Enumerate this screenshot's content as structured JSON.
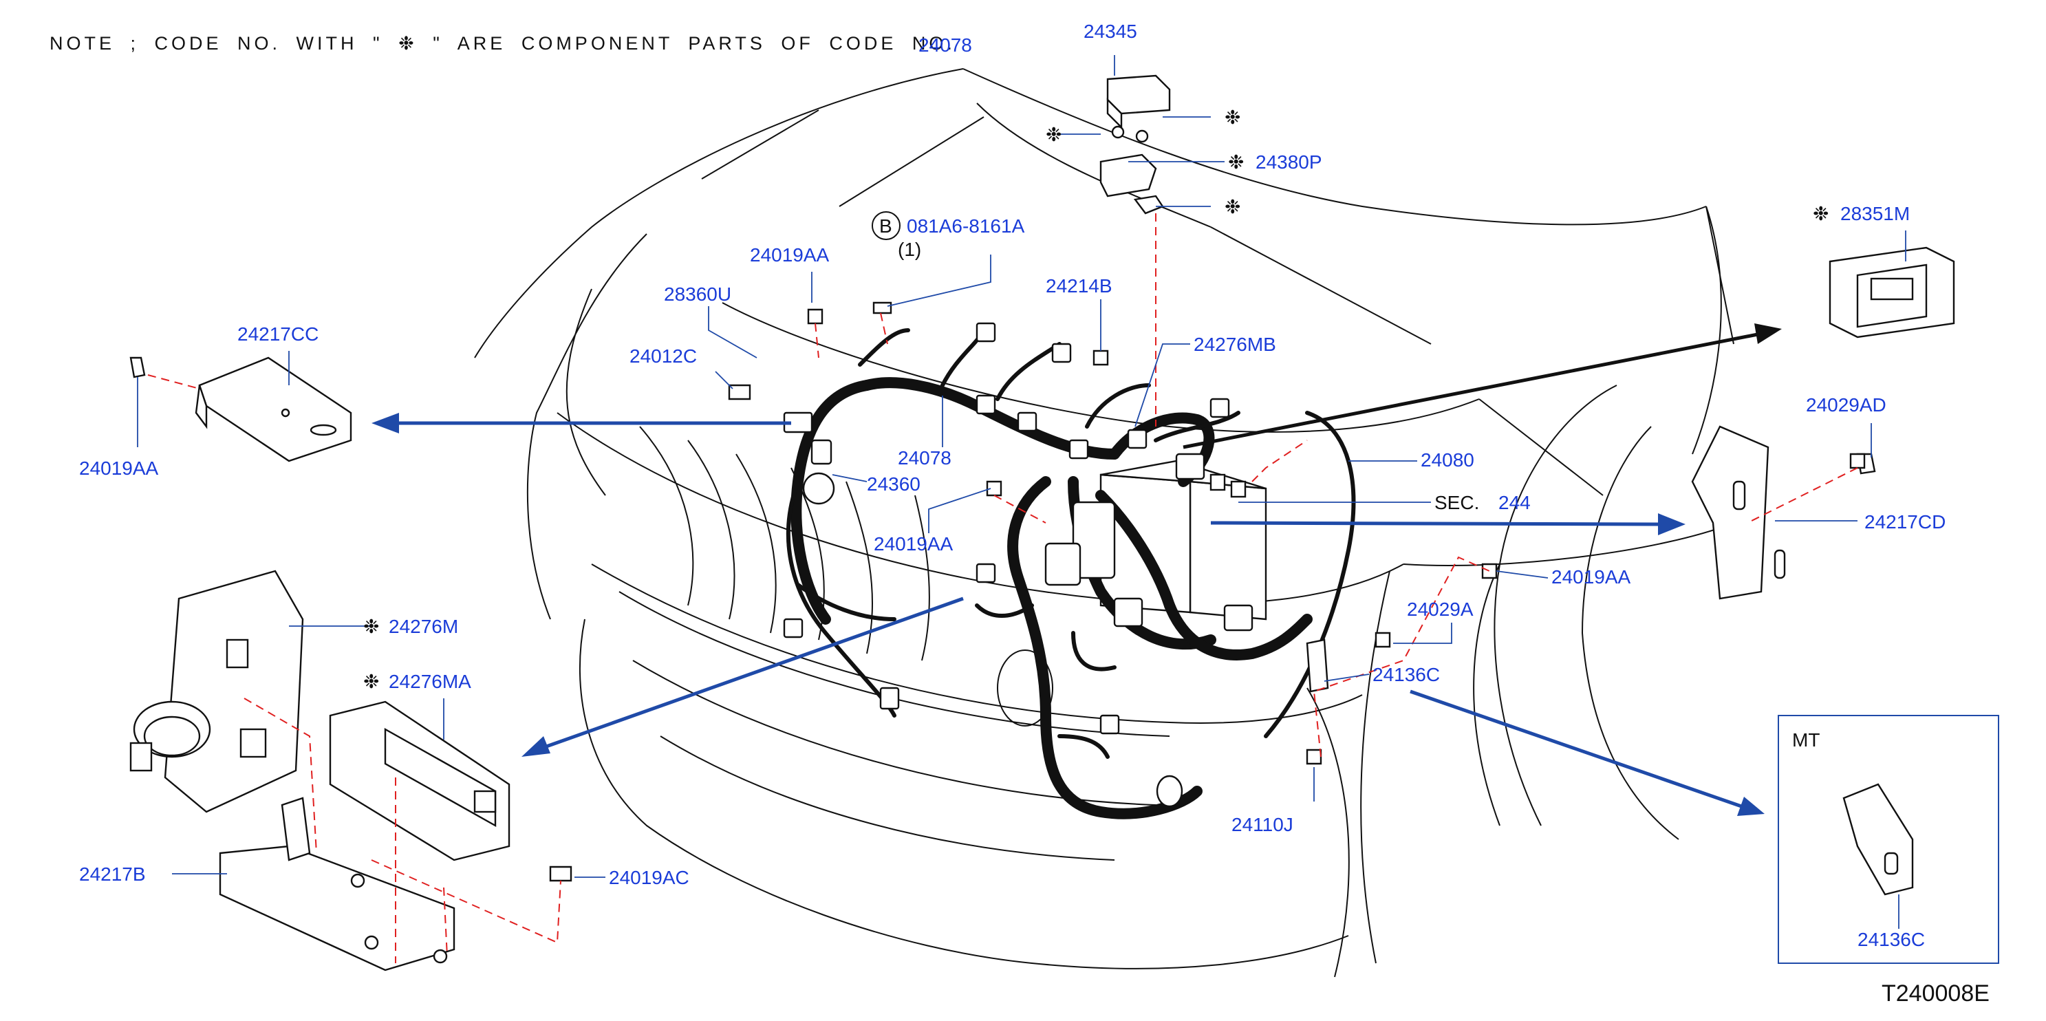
{
  "note": "NOTE ; CODE NO. WITH \" ❉ \" ARE COMPONENT PARTS OF CODE NO.",
  "figure_id": "T240008E",
  "labels": {
    "l24078_top": "24078",
    "l24345": "24345",
    "l24380P": "24380P",
    "l28351M": "28351M",
    "bolt_b_code": "081A6-8161A",
    "bolt_b_circle": "B",
    "bolt_b_qty": "(1)",
    "l24019AA_a": "24019AA",
    "l28360U": "28360U",
    "l24012C": "24012C",
    "l24214B": "24214B",
    "l24276MB": "24276MB",
    "l24217CC": "24217CC",
    "l24019AA_b": "24019AA",
    "l24078_mid": "24078",
    "l24360": "24360",
    "l24019AA_c": "24019AA",
    "l24080": "24080",
    "sec_text": "SEC.",
    "sec_code": "244",
    "l24029AD": "24029AD",
    "l24217CD": "24217CD",
    "l24019AA_d": "24019AA",
    "l24029A": "24029A",
    "l24136C_a": "24136C",
    "l24276M": "24276M",
    "l24276MA": "24276MA",
    "l24110J": "24110J",
    "l24217B": "24217B",
    "l24019AC": "24019AC",
    "mt_label": "MT",
    "l24136C_b": "24136C"
  },
  "component_mark": "❉",
  "colors": {
    "code": "#1a3cd8",
    "leader": "#1f4aa8",
    "dash": "#e02020",
    "line": "#111111"
  }
}
